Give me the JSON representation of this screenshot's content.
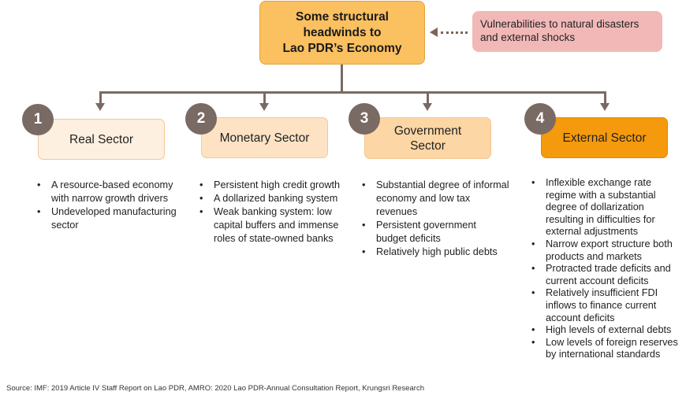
{
  "title": "Some structural\nheadwinds to\nLao PDR’s Economy",
  "vulnerability": "Vulnerabilities to natural disasters\nand external shocks",
  "colors": {
    "title_fill": "#fbc060",
    "connector": "#7a6a64",
    "vulnerability_fill": "#f2b8b8",
    "accent_orange": "#f59a0c"
  },
  "sectors": [
    {
      "number": "1",
      "label": "Real Sector",
      "fill": "#fdf0e0",
      "border": "#f4c795",
      "bullets": [
        "A resource-based economy with narrow growth drivers",
        "Undeveloped manufacturing sector"
      ]
    },
    {
      "number": "2",
      "label": "Monetary Sector",
      "fill": "#fde3c4",
      "border": "#f4c795",
      "bullets": [
        "Persistent high credit growth",
        "A dollarized banking system",
        "Weak banking system: low capital buffers and immense roles of state-owned banks"
      ]
    },
    {
      "number": "3",
      "label": "Government\nSector",
      "fill": "#fcd6a4",
      "border": "#f4c795",
      "bullets": [
        "Substantial degree of informal economy and low tax revenues",
        "Persistent government budget deficits",
        "Relatively high public debts"
      ]
    },
    {
      "number": "4",
      "label": "External Sector",
      "fill": "#f59a0c",
      "border": "#e08a05",
      "bullets": [
        "Inflexible exchange rate regime with a substantial degree of dollarization resulting in difficulties for external adjustments",
        "Narrow export structure both products and markets",
        "Protracted trade deficits and current account deficits",
        "Relatively insufficient FDI inflows to finance current account deficits",
        "High levels of external debts",
        "Low levels of foreign reserves by international standards"
      ]
    }
  ],
  "source": "Source:  IMF: 2019 Article IV Staff Report on Lao PDR, AMRO: 2020 Lao PDR-Annual Consultation Report, Krungsri Research"
}
